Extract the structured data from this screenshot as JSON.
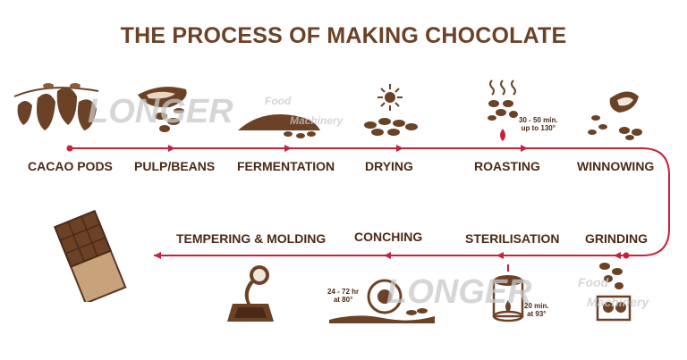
{
  "title": "THE PROCESS OF MAKING CHOCOLATE",
  "top_row": [
    {
      "label": "CACAO PODS"
    },
    {
      "label": "PULP/BEANS"
    },
    {
      "label": "FERMENTATION"
    },
    {
      "label": "DRYING"
    },
    {
      "label": "ROASTING"
    },
    {
      "label": "WINNOWING"
    }
  ],
  "bottom_row": [
    {
      "label": "GRINDING"
    },
    {
      "label": "STERILISATION"
    },
    {
      "label": "CONCHING"
    },
    {
      "label": "TEMPERING & MOLDING"
    }
  ],
  "notes": {
    "roasting_line1": "30 - 50 min.",
    "roasting_line2": "up to 130°",
    "conching_line1": "24 - 72 hr",
    "conching_line2": "at 80°",
    "sterilisation_line1": "20 min.",
    "sterilisation_line2": "at 93°"
  },
  "watermark": {
    "brand": "LONGER",
    "sub1": "Food",
    "sub2": "Machinery"
  },
  "colors": {
    "arrow": "#c9213a",
    "title": "#6b4226",
    "illustration": "#6b4226",
    "text": "#4a2a17"
  }
}
